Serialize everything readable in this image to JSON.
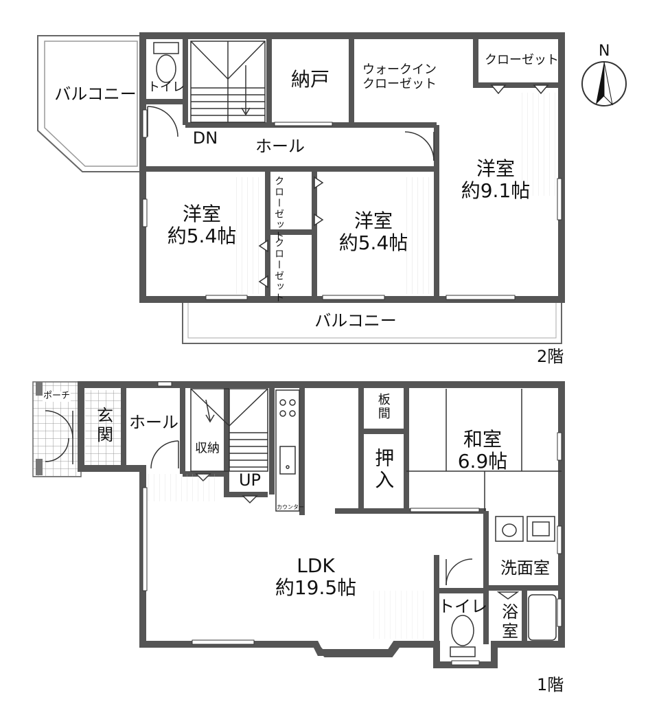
{
  "floors": {
    "second": {
      "floor_label": "2階",
      "balcony_top": "バルコニー",
      "balcony_bottom": "バルコニー",
      "toilet": "トイレ",
      "storage": "納戸",
      "walkin_line1": "ウォークイン",
      "walkin_line2": "クローゼット",
      "closet": "クローゼット",
      "closet_a": "クローゼット",
      "closet_b": "クローゼット",
      "stairs_dn": "DN",
      "hall": "ホール",
      "room_a_name": "洋室",
      "room_a_size": "約5.4帖",
      "room_b_name": "洋室",
      "room_b_size": "約5.4帖",
      "room_c_name": "洋室",
      "room_c_size": "約9.1帖"
    },
    "first": {
      "floor_label": "1階",
      "porch": "ポーチ",
      "entrance": "玄関",
      "hall": "ホール",
      "storage": "収納",
      "stairs_up": "UP",
      "counter": "カウンター",
      "itama": "板間",
      "oshiire": "押入",
      "washitsu_name": "和室",
      "washitsu_size": "6.9帖",
      "ldk_name": "LDK",
      "ldk_size": "約19.5帖",
      "washroom": "洗面室",
      "toilet": "トイレ",
      "bath": "浴室"
    }
  },
  "compass": {
    "label": "N"
  }
}
